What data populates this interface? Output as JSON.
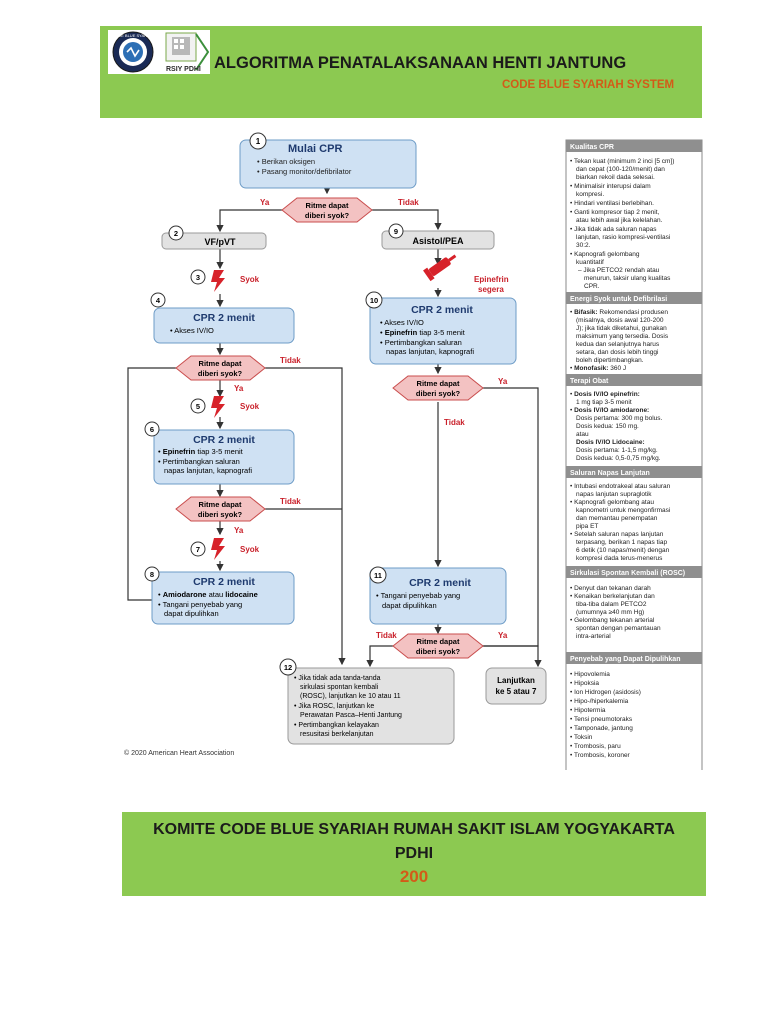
{
  "header": {
    "logo_1_text": "CODE BLUE SYARIAH",
    "logo_2_text": "RSIY PDHI",
    "title": "ALGORITMA PENATALAKSANAAN HENTI JANTUNG",
    "subtitle": "CODE BLUE SYARIAH SYSTEM"
  },
  "algorithm": {
    "copyright": "© 2020 American Heart Association",
    "steps": {
      "s1_num": "1",
      "s1_title": "Mulai CPR",
      "s1_b1": "Berikan oksigen",
      "s1_b2": "Pasang monitor/defibrilator",
      "d1_l1": "Ritme dapat",
      "d1_l2": "diberi syok?",
      "ya": "Ya",
      "tidak": "Tidak",
      "s2_num": "2",
      "s2_title": "VF/pVT",
      "s9_num": "9",
      "s9_title": "Asistol/PEA",
      "s3_num": "3",
      "syok": "Syok",
      "epi_l1": "Epinefrin",
      "epi_l2": "segera",
      "s4_num": "4",
      "s4_title": "CPR 2 menit",
      "s4_b1": "Akses IV/IO",
      "s10_num": "10",
      "s10_title": "CPR 2 menit",
      "s10_b1": "Akses IV/IO",
      "s10_b2a": "Epinefrin",
      "s10_b2b": " tiap 3-5 menit",
      "s10_b3": "Pertimbangkan saluran",
      "s10_b3b": "napas lanjutan, kapnografi",
      "s5_num": "5",
      "s6_num": "6",
      "s6_title": "CPR 2 menit",
      "s6_b1a": "Epinefrin",
      "s6_b1b": " tiap 3-5 menit",
      "s6_b2": "Pertimbangkan saluran",
      "s6_b2b": "napas lanjutan, kapnografi",
      "s7_num": "7",
      "s8_num": "8",
      "s8_title": "CPR 2 menit",
      "s8_b1a": "Amiodarone",
      "s8_b1b": " atau ",
      "s8_b1c": "lidocaine",
      "s8_b2": "Tangani penyebab yang",
      "s8_b2b": "dapat dipulihkan",
      "s11_num": "11",
      "s11_title": "CPR 2 menit",
      "s11_b1": "Tangani penyebab yang",
      "s11_b1b": "dapat dipulihkan",
      "s12_num": "12",
      "s12_b1": "Jika tidak ada tanda-tanda",
      "s12_b1b": "sirkulasi spontan kembali",
      "s12_b1c": "(ROSC), lanjutkan ke 10 atau 11",
      "s12_b2": "Jika ROSC, lanjutkan ke",
      "s12_b2b": "Perawatan Pasca–Henti Jantung",
      "s12_b3": "Pertimbangkan kelayakan",
      "s12_b3b": "resusitasi berkelanjutan",
      "lanjut_l1": "Lanjutkan",
      "lanjut_l2": "ke 5 atau 7"
    },
    "sidebar": {
      "h1": "Kualitas CPR",
      "q1": "Tekan kuat (minimum 2 inci [5 cm])",
      "q1b": "dan cepat (100-120/menit) dan",
      "q1c": "biarkan rekoil dada selesai.",
      "q2": "Minimalisir interupsi dalam",
      "q2b": "kompresi.",
      "q3": "Hindari ventilasi berlebihan.",
      "q4": "Ganti kompresor tiap 2 menit,",
      "q4b": "atau lebih awal jika kelelahan.",
      "q5": "Jika tidak ada saluran napas",
      "q5b": "lanjutan, rasio kompresi-ventilasi",
      "q5c": "30:2.",
      "q6": "Kapnografi gelombang",
      "q6b": "kuantitatif",
      "q6c": "– Jika PETCO2 rendah atau",
      "q6d": "menurun, taksir ulang kualitas",
      "q6e": "CPR.",
      "h2": "Energi Syok untuk Defibrilasi",
      "e1a": "Bifasik:",
      "e1b": " Rekomendasi produsen",
      "e1c": "(misalnya, dosis awal 120-200",
      "e1d": "J); jika tidak diketahui, gunakan",
      "e1e": "maksimum yang tersedia. Dosis",
      "e1f": "kedua dan selanjutnya harus",
      "e1g": "setara, dan dosis lebih tinggi",
      "e1h": "boleh dipertimbangkan.",
      "e2a": "Monofasik:",
      "e2b": " 360 J",
      "h3": "Terapi Obat",
      "t1": "Dosis IV/IO epinefrin:",
      "t1b": "1 mg tiap 3-5 menit",
      "t2": "Dosis IV/IO amiodarone:",
      "t2b": "Dosis pertama: 300 mg bolus.",
      "t2c": "Dosis kedua: 150 mg.",
      "t2d": "atau",
      "t3": "Dosis IV/IO Lidocaine:",
      "t3b": "Dosis pertama: 1-1,5 mg/kg.",
      "t3c": "Dosis kedua: 0,5-0,75 mg/kg.",
      "h4": "Saluran Napas Lanjutan",
      "a1": "Intubasi endotrakeal atau saluran",
      "a1b": "napas lanjutan supraglotik",
      "a2": "Kapnografi gelombang atau",
      "a2b": "kapnometri untuk mengonfirmasi",
      "a2c": "dan memantau penempatan",
      "a2d": "pipa ET",
      "a3": "Setelah saluran napas lanjutan",
      "a3b": "terpasang, berikan 1 napas tiap",
      "a3c": "6 detik (10 napas/menit) dengan",
      "a3d": "kompresi dada terus-menerus",
      "h5": "Sirkulasi Spontan Kembali (ROSC)",
      "r1": "Denyut dan tekanan darah",
      "r2": "Kenaikan berkelanjutan dan",
      "r2b": "tiba-tiba dalam PETCO2",
      "r2c": "(umumnya ≥40 mm Hg)",
      "r3": "Gelombang tekanan arterial",
      "r3b": "spontan dengan pemantauan",
      "r3c": "intra-arterial",
      "h6": "Penyebab yang Dapat Dipulihkan",
      "c1": "Hipovolemia",
      "c2": "Hipoksia",
      "c3": "Ion Hidrogen (asidosis)",
      "c4": "Hipo-/hiperkalemia",
      "c5": "Hipotermia",
      "c6": "Tensi pneumotoraks",
      "c7": "Tamponade, jantung",
      "c8": "Toksin",
      "c9": "Trombosis, paru",
      "c10": "Trombosis, koroner"
    }
  },
  "footer": {
    "line1": "KOMITE CODE BLUE SYARIAH RUMAH SAKIT ISLAM YOGYAKARTA",
    "line2": "PDHI",
    "line3": "200"
  },
  "colors": {
    "banner_green": "#8cc951",
    "orange": "#d35b18",
    "box_blue": "#cfe1f3",
    "box_blue_border": "#6e9cc7",
    "diamond_pink": "#f3c2c2",
    "diamond_border": "#c94d4d",
    "arrow": "#333333",
    "shock_red": "#d7222a",
    "sidebar_header": "#8f8f8f",
    "gray_box": "#e2e2e2"
  }
}
